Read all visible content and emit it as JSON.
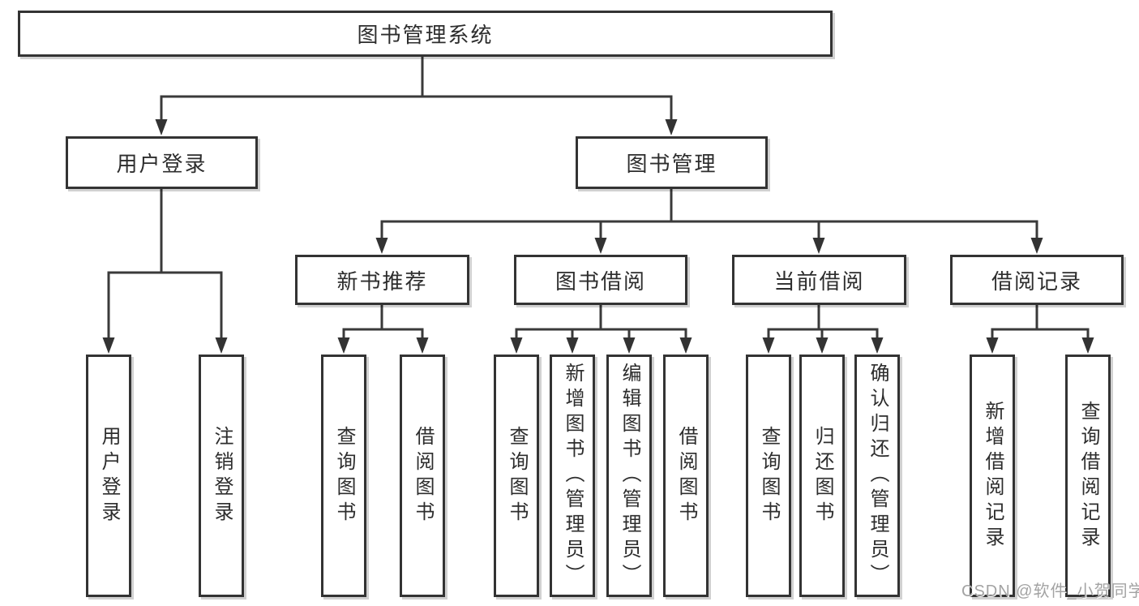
{
  "diagram": {
    "root": {
      "label": "图书管理系统"
    },
    "level2": [
      {
        "label": "用户登录",
        "children": [
          {
            "label": "用户登录"
          },
          {
            "label": "注销登录"
          }
        ]
      },
      {
        "label": "图书管理",
        "groups": [
          {
            "label": "新书推荐",
            "children": [
              {
                "label": "查询图书"
              },
              {
                "label": "借阅图书"
              }
            ]
          },
          {
            "label": "图书借阅",
            "children": [
              {
                "label": "查询图书"
              },
              {
                "label": "新增图书（管理员）"
              },
              {
                "label": "编辑图书（管理员）"
              },
              {
                "label": "借阅图书"
              }
            ]
          },
          {
            "label": "当前借阅",
            "children": [
              {
                "label": "查询图书"
              },
              {
                "label": "归还图书"
              },
              {
                "label": "确认归还（管理员）"
              }
            ]
          },
          {
            "label": "借阅记录",
            "children": [
              {
                "label": "新增借阅记录"
              },
              {
                "label": "查询借阅记录"
              }
            ]
          }
        ]
      }
    ],
    "watermark": "CSDN @软件_小贺同学",
    "colors": {
      "line": "#3a3a3a",
      "border": "#333333",
      "text": "#2d2d2d",
      "watermark": "#a3a3a3",
      "background": "#ffffff"
    }
  }
}
